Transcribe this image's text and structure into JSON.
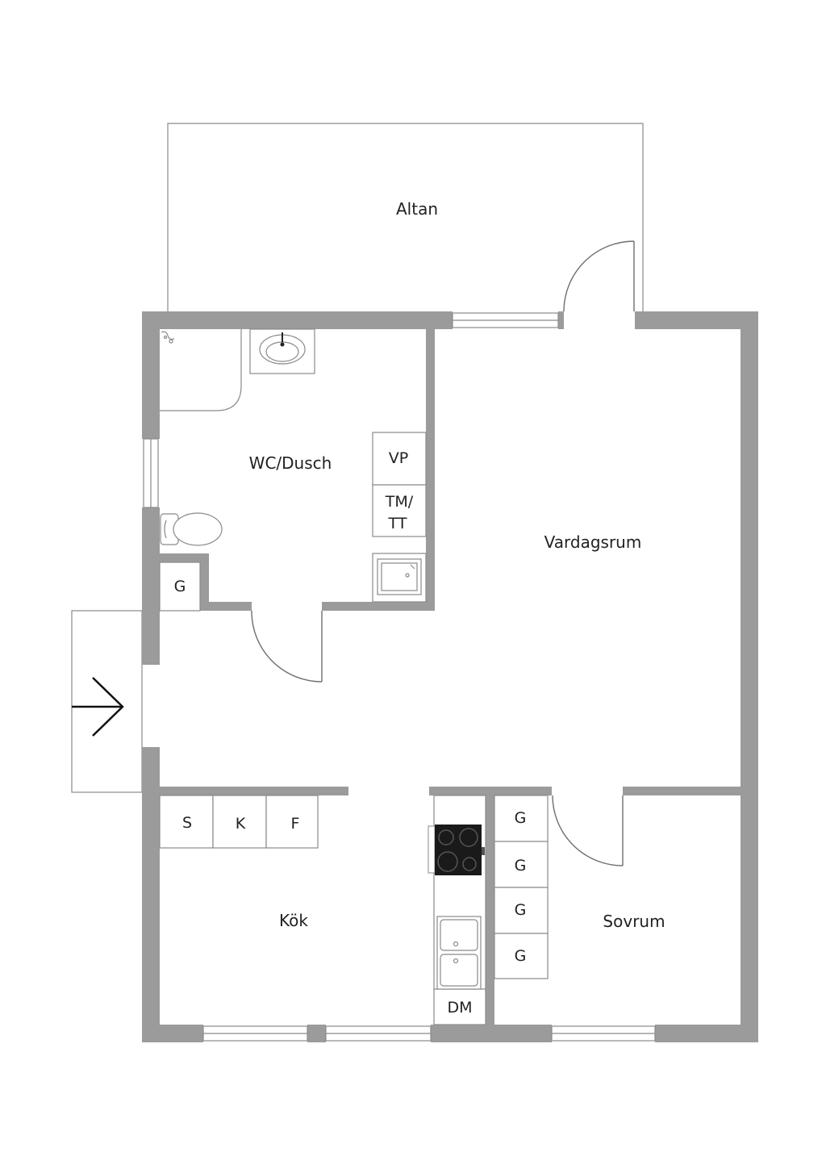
{
  "rooms": {
    "altan": "Altan",
    "wc_dusch": "WC/Dusch",
    "vardagsrum": "Vardagsrum",
    "kok": "Kök",
    "sovrum": "Sovrum"
  },
  "fixtures": {
    "vp": "VP",
    "tm_line1": "TM/",
    "tm_line2": "TT",
    "hall_g": "G",
    "kitchen_s": "S",
    "kitchen_k": "K",
    "kitchen_f": "F",
    "wardrobe": [
      "G",
      "G",
      "G",
      "G"
    ],
    "dm": "DM"
  },
  "colors": {
    "wall": "#9b9b9b",
    "line": "#8a8a8a",
    "cooktop": "#1a1a1a"
  }
}
